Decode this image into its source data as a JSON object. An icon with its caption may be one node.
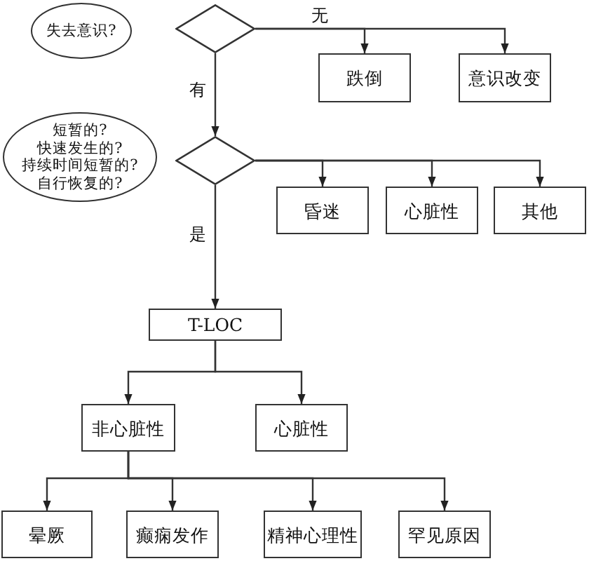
{
  "diagram": {
    "nodes": [
      {
        "text": [
          "失去意识?"
        ]
      },
      {
        "text": [],
        "shape": "diamond"
      },
      {
        "text": [
          "跌倒"
        ]
      },
      {
        "text": [
          "意识改变"
        ]
      },
      {
        "text": [
          "短暂的?",
          "快速发生的?",
          "持续时间短暂的?",
          "自行恢复的?"
        ]
      },
      {
        "text": [],
        "shape": "diamond"
      },
      {
        "text": [
          "昏迷"
        ]
      },
      {
        "text": [
          "心脏性"
        ]
      },
      {
        "text": [
          "其他"
        ]
      },
      {
        "text": [
          "T-LOC"
        ]
      },
      {
        "text": [
          "非心脏性"
        ]
      },
      {
        "text": [
          "心脏性"
        ]
      },
      {
        "text": [
          "晕厥"
        ]
      },
      {
        "text": [
          "癫痫发作"
        ]
      },
      {
        "text": [
          "精神心理性"
        ]
      },
      {
        "text": [
          "罕见原因"
        ]
      }
    ],
    "edges": [
      {
        "from": 1,
        "to": 2,
        "arrow": "to",
        "label": "无"
      },
      {
        "from": 1,
        "to": 3,
        "arrow": "to"
      },
      {
        "from": 1,
        "to": 5,
        "arrow": "to",
        "label": "有"
      },
      {
        "from": 5,
        "to": 6,
        "arrow": "to"
      },
      {
        "from": 5,
        "to": 7,
        "arrow": "to"
      },
      {
        "from": 5,
        "to": 8,
        "arrow": "to"
      },
      {
        "from": 5,
        "to": 9,
        "arrow": "to",
        "label": "是"
      },
      {
        "from": 9,
        "to": 10,
        "arrow": "to"
      },
      {
        "from": 9,
        "to": 11,
        "arrow": "to"
      },
      {
        "from": 10,
        "to": 12,
        "arrow": "to"
      },
      {
        "from": 10,
        "to": 13,
        "arrow": "to"
      },
      {
        "from": 10,
        "to": 14,
        "arrow": "to"
      },
      {
        "from": 10,
        "to": 15,
        "arrow": "to"
      }
    ]
  }
}
